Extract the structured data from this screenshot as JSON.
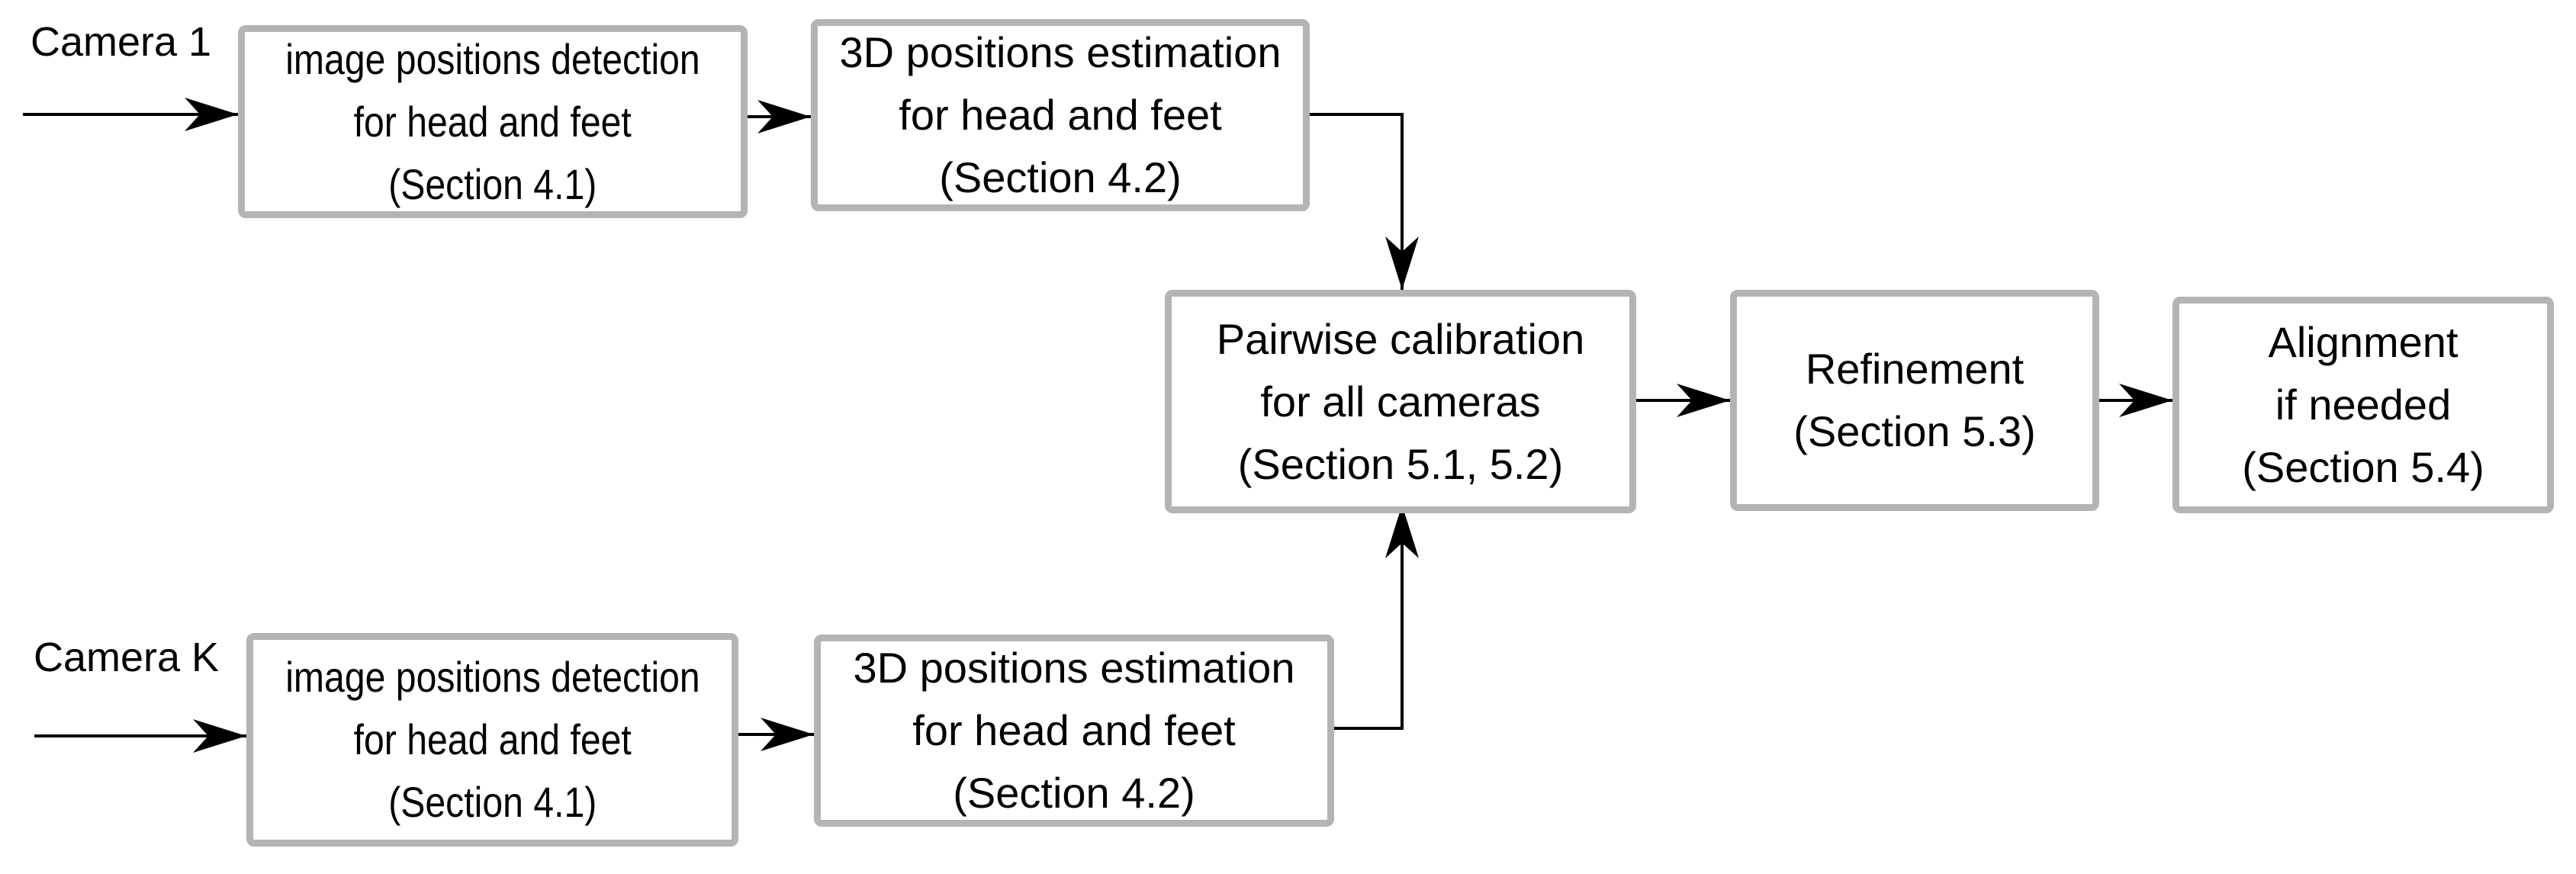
{
  "inputs": {
    "camera_top": "Camera 1",
    "camera_bottom": "Camera K"
  },
  "top_row": {
    "detection": {
      "line1": "image positions detection",
      "line2": "for head and feet",
      "line3": "(Section 4.1)"
    },
    "estimation": {
      "line1": "3D positions estimation",
      "line2": "for head and feet",
      "line3": "(Section 4.2)"
    }
  },
  "bottom_row": {
    "detection": {
      "line1": "image positions detection",
      "line2": "for head and feet",
      "line3": "(Section 4.1)"
    },
    "estimation": {
      "line1": "3D positions estimation",
      "line2": "for head and feet",
      "line3": "(Section 4.2)"
    }
  },
  "pipeline": {
    "pairwise": {
      "line1": "Pairwise calibration",
      "line2": "for all cameras",
      "line3": "(Section 5.1, 5.2)"
    },
    "refinement": {
      "line1": "Refinement",
      "line2": "(Section 5.3)"
    },
    "alignment": {
      "line1": "Alignment",
      "line2": "if needed",
      "line3": "(Section 5.4)"
    }
  },
  "colors": {
    "box_border": "#b4b4b4",
    "text": "#000000",
    "arrow": "#000000"
  }
}
